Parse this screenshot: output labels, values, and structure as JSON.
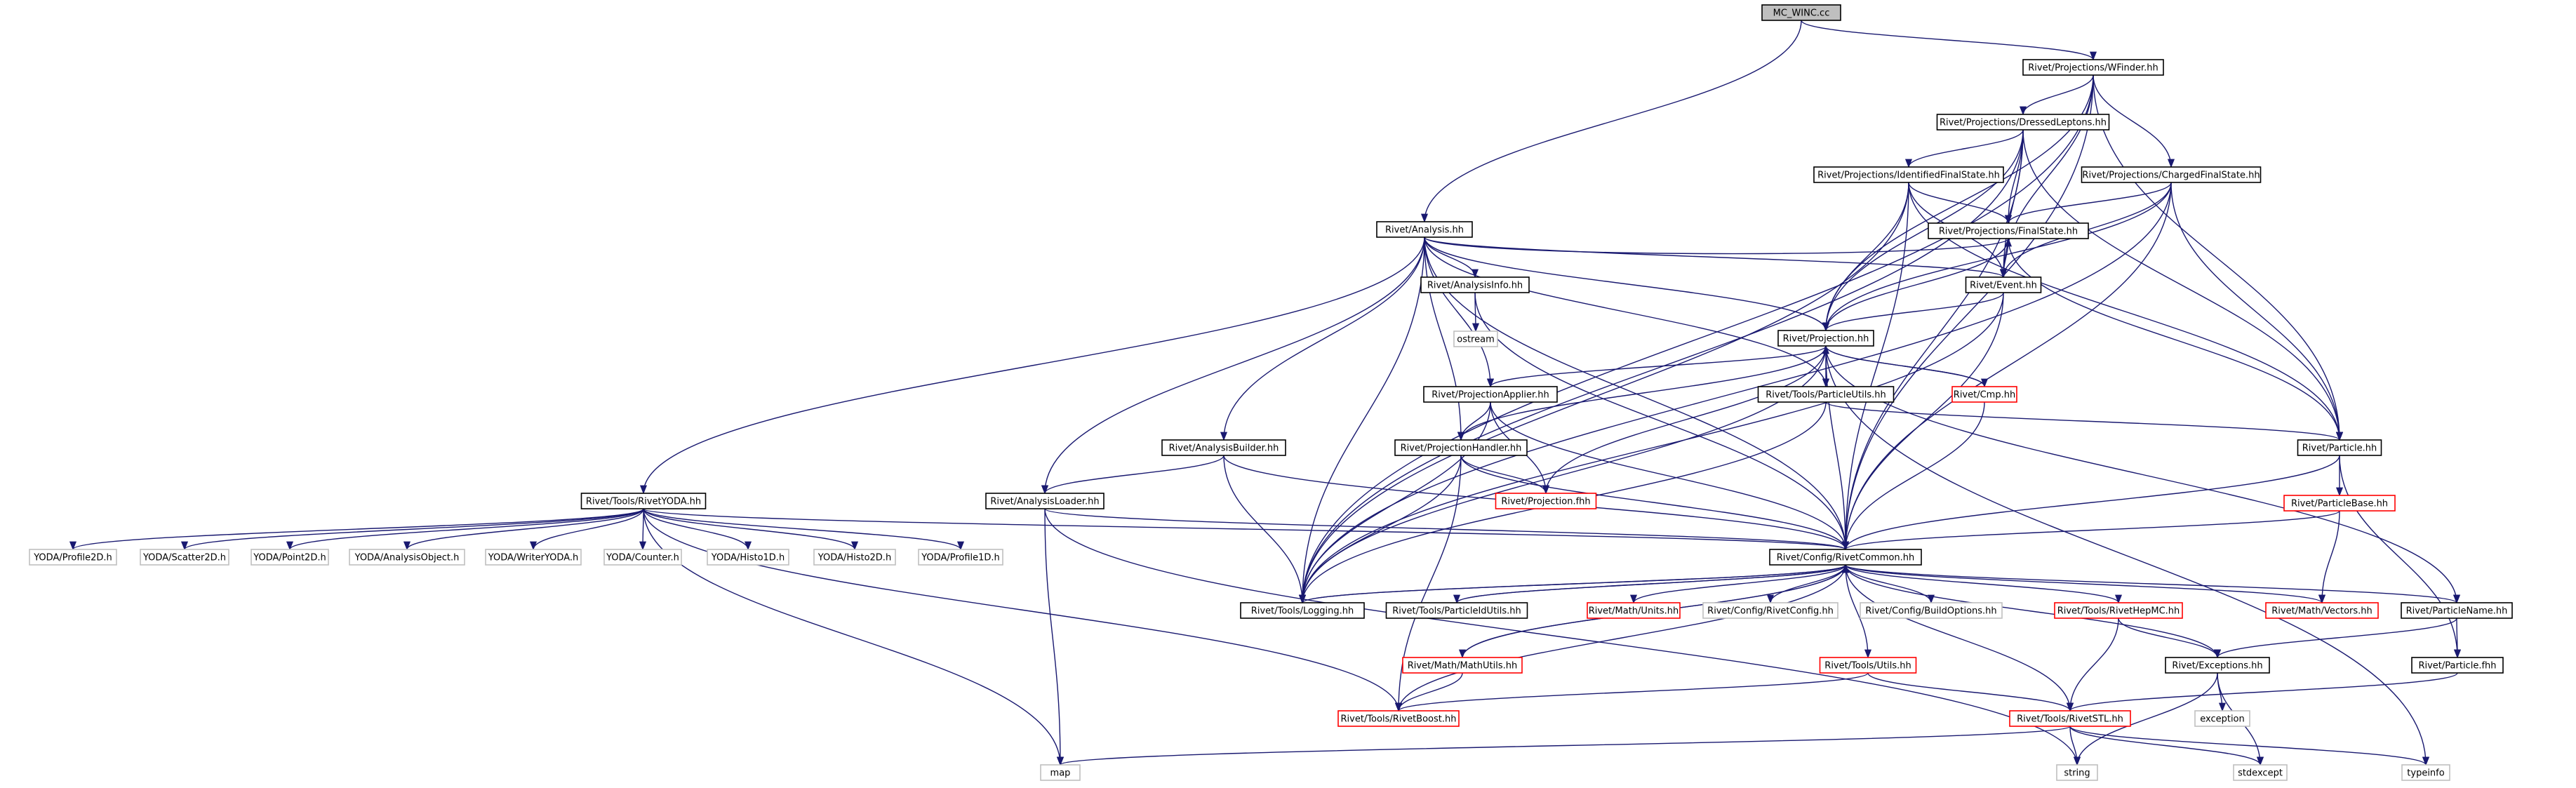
{
  "diagram": {
    "type": "include-dependency-graph",
    "colors": {
      "edge": "#191970",
      "root_fill": "#bfbfbf",
      "documented_border": "#000000",
      "undocumented_border": "#ff0000",
      "external_border": "#bfbfbf",
      "text": "#000000",
      "background": "#ffffff"
    },
    "nodes": [
      {
        "id": "root",
        "label": "MC_WINC.cc",
        "style": "root"
      },
      {
        "id": "wfinder",
        "label": "Rivet/Projections/WFinder.hh",
        "style": "documented"
      },
      {
        "id": "dressed",
        "label": "Rivet/Projections/DressedLeptons.hh",
        "style": "documented"
      },
      {
        "id": "identfs",
        "label": "Rivet/Projections/IdentifiedFinalState.hh",
        "style": "documented"
      },
      {
        "id": "chargedfs",
        "label": "Rivet/Projections/ChargedFinalState.hh",
        "style": "documented"
      },
      {
        "id": "analysis",
        "label": "Rivet/Analysis.hh",
        "style": "documented"
      },
      {
        "id": "finalstate",
        "label": "Rivet/Projections/FinalState.hh",
        "style": "documented"
      },
      {
        "id": "analysisinfo",
        "label": "Rivet/AnalysisInfo.hh",
        "style": "documented"
      },
      {
        "id": "event",
        "label": "Rivet/Event.hh",
        "style": "documented"
      },
      {
        "id": "ostream",
        "label": "ostream",
        "style": "external"
      },
      {
        "id": "projection",
        "label": "Rivet/Projection.hh",
        "style": "documented"
      },
      {
        "id": "projapplier",
        "label": "Rivet/ProjectionApplier.hh",
        "style": "documented"
      },
      {
        "id": "particleutils",
        "label": "Rivet/Tools/ParticleUtils.hh",
        "style": "documented"
      },
      {
        "id": "cmp",
        "label": "Rivet/Cmp.hh",
        "style": "undocumented"
      },
      {
        "id": "analysisbuilder",
        "label": "Rivet/AnalysisBuilder.hh",
        "style": "documented"
      },
      {
        "id": "projhandler",
        "label": "Rivet/ProjectionHandler.hh",
        "style": "documented"
      },
      {
        "id": "particle",
        "label": "Rivet/Particle.hh",
        "style": "documented"
      },
      {
        "id": "rivetyoda",
        "label": "Rivet/Tools/RivetYODA.hh",
        "style": "documented"
      },
      {
        "id": "analysisloader",
        "label": "Rivet/AnalysisLoader.hh",
        "style": "documented"
      },
      {
        "id": "projfhh",
        "label": "Rivet/Projection.fhh",
        "style": "undocumented"
      },
      {
        "id": "particlebase",
        "label": "Rivet/ParticleBase.hh",
        "style": "undocumented"
      },
      {
        "id": "profile2d",
        "label": "YODA/Profile2D.h",
        "style": "external"
      },
      {
        "id": "scatter2d",
        "label": "YODA/Scatter2D.h",
        "style": "external"
      },
      {
        "id": "point2d",
        "label": "YODA/Point2D.h",
        "style": "external"
      },
      {
        "id": "analysisobject",
        "label": "YODA/AnalysisObject.h",
        "style": "external"
      },
      {
        "id": "writeryoda",
        "label": "YODA/WriterYODA.h",
        "style": "external"
      },
      {
        "id": "counter",
        "label": "YODA/Counter.h",
        "style": "external"
      },
      {
        "id": "histo1d",
        "label": "YODA/Histo1D.h",
        "style": "external"
      },
      {
        "id": "histo2d",
        "label": "YODA/Histo2D.h",
        "style": "external"
      },
      {
        "id": "profile1d",
        "label": "YODA/Profile1D.h",
        "style": "external"
      },
      {
        "id": "rivetcommon",
        "label": "Rivet/Config/RivetCommon.hh",
        "style": "documented"
      },
      {
        "id": "logging",
        "label": "Rivet/Tools/Logging.hh",
        "style": "documented"
      },
      {
        "id": "particleidutils",
        "label": "Rivet/Tools/ParticleIdUtils.hh",
        "style": "documented"
      },
      {
        "id": "mathunits",
        "label": "Rivet/Math/Units.hh",
        "style": "undocumented"
      },
      {
        "id": "rivetconfig",
        "label": "Rivet/Config/RivetConfig.hh",
        "style": "external"
      },
      {
        "id": "buildoptions",
        "label": "Rivet/Config/BuildOptions.hh",
        "style": "external"
      },
      {
        "id": "rivethepmc",
        "label": "Rivet/Tools/RivetHepMC.hh",
        "style": "undocumented"
      },
      {
        "id": "mathvectors",
        "label": "Rivet/Math/Vectors.hh",
        "style": "undocumented"
      },
      {
        "id": "particlename",
        "label": "Rivet/ParticleName.hh",
        "style": "documented"
      },
      {
        "id": "mathutils",
        "label": "Rivet/Math/MathUtils.hh",
        "style": "undocumented"
      },
      {
        "id": "toolsutils",
        "label": "Rivet/Tools/Utils.hh",
        "style": "undocumented"
      },
      {
        "id": "exceptions",
        "label": "Rivet/Exceptions.hh",
        "style": "documented"
      },
      {
        "id": "particlefhh",
        "label": "Rivet/Particle.fhh",
        "style": "documented"
      },
      {
        "id": "rivetboost",
        "label": "Rivet/Tools/RivetBoost.hh",
        "style": "undocumented"
      },
      {
        "id": "exception",
        "label": "exception",
        "style": "external"
      },
      {
        "id": "rivetstl",
        "label": "Rivet/Tools/RivetSTL.hh",
        "style": "undocumented"
      },
      {
        "id": "map",
        "label": "map",
        "style": "external"
      },
      {
        "id": "string",
        "label": "string",
        "style": "external"
      },
      {
        "id": "stdexcept",
        "label": "stdexcept",
        "style": "external"
      },
      {
        "id": "typeinfo",
        "label": "typeinfo",
        "style": "external"
      }
    ],
    "edges": [
      [
        "root",
        "wfinder"
      ],
      [
        "root",
        "analysis"
      ],
      [
        "wfinder",
        "dressed"
      ],
      [
        "wfinder",
        "chargedfs"
      ],
      [
        "wfinder",
        "projection"
      ],
      [
        "wfinder",
        "event"
      ],
      [
        "wfinder",
        "particle"
      ],
      [
        "wfinder",
        "rivetcommon"
      ],
      [
        "wfinder",
        "logging"
      ],
      [
        "dressed",
        "identfs"
      ],
      [
        "dressed",
        "finalstate"
      ],
      [
        "dressed",
        "event"
      ],
      [
        "dressed",
        "projection"
      ],
      [
        "dressed",
        "particle"
      ],
      [
        "dressed",
        "rivetcommon"
      ],
      [
        "dressed",
        "logging"
      ],
      [
        "identfs",
        "finalstate"
      ],
      [
        "identfs",
        "event"
      ],
      [
        "identfs",
        "projection"
      ],
      [
        "identfs",
        "particle"
      ],
      [
        "identfs",
        "logging"
      ],
      [
        "identfs",
        "rivetcommon"
      ],
      [
        "chargedfs",
        "finalstate"
      ],
      [
        "chargedfs",
        "event"
      ],
      [
        "chargedfs",
        "projection"
      ],
      [
        "chargedfs",
        "particle"
      ],
      [
        "chargedfs",
        "rivetcommon"
      ],
      [
        "chargedfs",
        "logging"
      ],
      [
        "finalstate",
        "event"
      ],
      [
        "finalstate",
        "projection"
      ],
      [
        "finalstate",
        "particle"
      ],
      [
        "analysis",
        "analysisinfo"
      ],
      [
        "analysis",
        "event"
      ],
      [
        "analysis",
        "projection"
      ],
      [
        "analysis",
        "projapplier"
      ],
      [
        "analysis",
        "particleutils"
      ],
      [
        "analysis",
        "analysisbuilder"
      ],
      [
        "analysis",
        "projhandler"
      ],
      [
        "analysis",
        "analysisloader"
      ],
      [
        "analysis",
        "rivetyoda"
      ],
      [
        "analysis",
        "rivetcommon"
      ],
      [
        "analysis",
        "logging"
      ],
      [
        "analysis",
        "finalstate"
      ],
      [
        "analysisinfo",
        "ostream"
      ],
      [
        "analysisinfo",
        "rivetcommon"
      ],
      [
        "event",
        "projection"
      ],
      [
        "event",
        "rivetcommon"
      ],
      [
        "event",
        "logging"
      ],
      [
        "projection",
        "projapplier"
      ],
      [
        "projection",
        "particleutils"
      ],
      [
        "projection",
        "cmp"
      ],
      [
        "projection",
        "projhandler"
      ],
      [
        "projection",
        "projfhh"
      ],
      [
        "projection",
        "rivetcommon"
      ],
      [
        "projection",
        "logging"
      ],
      [
        "projection",
        "particlename"
      ],
      [
        "projection",
        "typeinfo"
      ],
      [
        "cmp",
        "projection"
      ],
      [
        "cmp",
        "rivetcommon"
      ],
      [
        "projapplier",
        "projhandler"
      ],
      [
        "projapplier",
        "projfhh"
      ],
      [
        "projapplier",
        "rivetcommon"
      ],
      [
        "projapplier",
        "logging"
      ],
      [
        "particleutils",
        "particle"
      ],
      [
        "particleutils",
        "logging"
      ],
      [
        "projhandler",
        "projfhh"
      ],
      [
        "projhandler",
        "rivetcommon"
      ],
      [
        "projhandler",
        "logging"
      ],
      [
        "projhandler",
        "rivetboost"
      ],
      [
        "analysisbuilder",
        "analysisloader"
      ],
      [
        "analysisbuilder",
        "rivetcommon"
      ],
      [
        "analysisbuilder",
        "logging"
      ],
      [
        "analysisloader",
        "rivetcommon"
      ],
      [
        "analysisloader",
        "map"
      ],
      [
        "analysisloader",
        "string"
      ],
      [
        "particle",
        "particlebase"
      ],
      [
        "particle",
        "rivetcommon"
      ],
      [
        "particle",
        "particlefhh"
      ],
      [
        "particlebase",
        "mathvectors"
      ],
      [
        "particlebase",
        "rivetcommon"
      ],
      [
        "rivetyoda",
        "profile2d"
      ],
      [
        "rivetyoda",
        "scatter2d"
      ],
      [
        "rivetyoda",
        "point2d"
      ],
      [
        "rivetyoda",
        "analysisobject"
      ],
      [
        "rivetyoda",
        "writeryoda"
      ],
      [
        "rivetyoda",
        "counter"
      ],
      [
        "rivetyoda",
        "histo1d"
      ],
      [
        "rivetyoda",
        "histo2d"
      ],
      [
        "rivetyoda",
        "profile1d"
      ],
      [
        "rivetyoda",
        "rivetcommon"
      ],
      [
        "rivetyoda",
        "rivetboost"
      ],
      [
        "rivetyoda",
        "map"
      ],
      [
        "rivetcommon",
        "logging"
      ],
      [
        "rivetcommon",
        "particleidutils"
      ],
      [
        "rivetcommon",
        "mathunits"
      ],
      [
        "rivetcommon",
        "rivetconfig"
      ],
      [
        "rivetcommon",
        "buildoptions"
      ],
      [
        "rivetcommon",
        "rivethepmc"
      ],
      [
        "rivetcommon",
        "mathvectors"
      ],
      [
        "rivetcommon",
        "particlename"
      ],
      [
        "rivetcommon",
        "mathutils"
      ],
      [
        "rivetcommon",
        "toolsutils"
      ],
      [
        "rivetcommon",
        "exceptions"
      ],
      [
        "rivetcommon",
        "rivetboost"
      ],
      [
        "rivetcommon",
        "rivetstl"
      ],
      [
        "logging",
        "rivetcommon"
      ],
      [
        "particleidutils",
        "rivetcommon"
      ],
      [
        "particlename",
        "exceptions"
      ],
      [
        "particlename",
        "particlefhh"
      ],
      [
        "rivethepmc",
        "exceptions"
      ],
      [
        "rivethepmc",
        "rivetstl"
      ],
      [
        "mathutils",
        "rivetcommon"
      ],
      [
        "mathutils",
        "rivetboost"
      ],
      [
        "toolsutils",
        "rivetboost"
      ],
      [
        "toolsutils",
        "rivetstl"
      ],
      [
        "exceptions",
        "exception"
      ],
      [
        "exceptions",
        "stdexcept"
      ],
      [
        "exceptions",
        "string"
      ],
      [
        "particlefhh",
        "rivetstl"
      ],
      [
        "rivetstl",
        "map"
      ],
      [
        "rivetstl",
        "string"
      ],
      [
        "rivetstl",
        "stdexcept"
      ],
      [
        "rivetstl",
        "typeinfo"
      ]
    ]
  }
}
